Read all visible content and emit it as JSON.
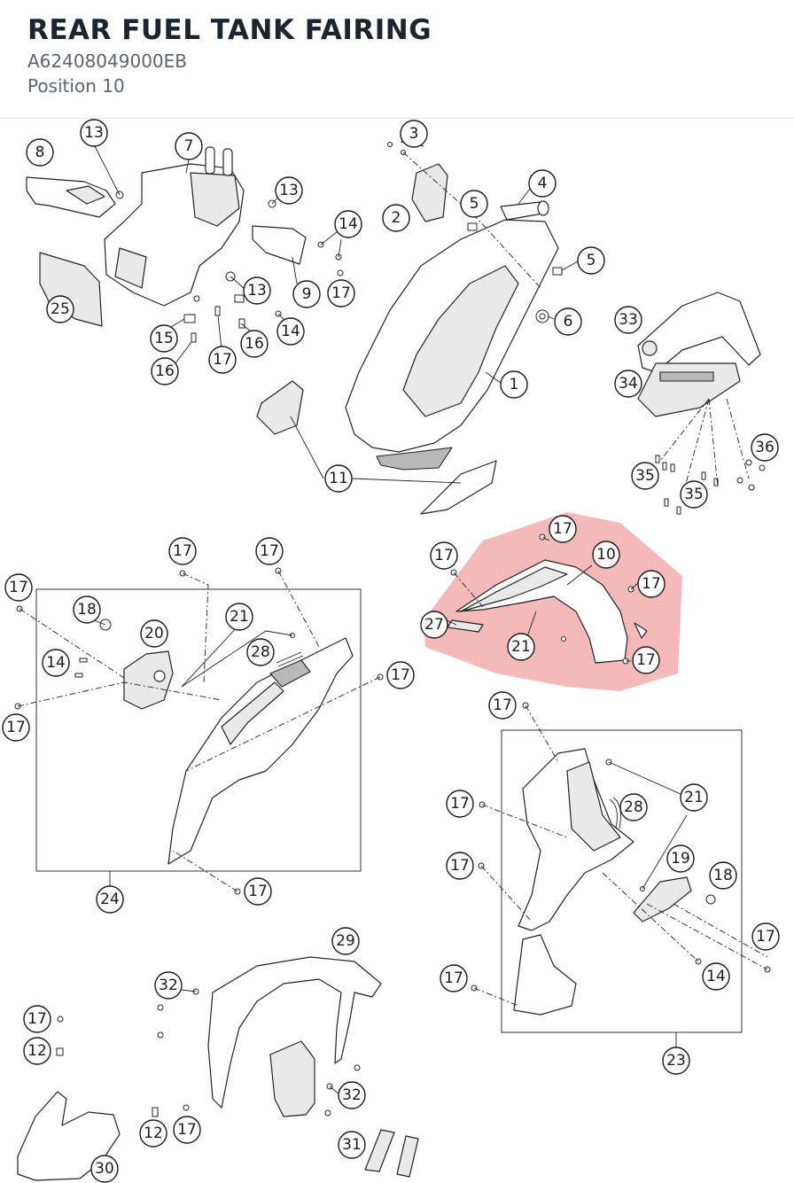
{
  "header": {
    "title": "REAR FUEL TANK FAIRING",
    "part_number": "A62408049000EB",
    "position": "Position 10"
  },
  "highlight_color": "#ee8080",
  "callouts": [
    {
      "id": "c13a",
      "label": "13"
    },
    {
      "id": "c8",
      "label": "8"
    },
    {
      "id": "c7",
      "label": "7"
    },
    {
      "id": "c13b",
      "label": "13"
    },
    {
      "id": "c14a",
      "label": "14"
    },
    {
      "id": "c9",
      "label": "9"
    },
    {
      "id": "c17a",
      "label": "17"
    },
    {
      "id": "c25",
      "label": "25"
    },
    {
      "id": "c13c",
      "label": "13"
    },
    {
      "id": "c15",
      "label": "15"
    },
    {
      "id": "c16a",
      "label": "16"
    },
    {
      "id": "c17b",
      "label": "17"
    },
    {
      "id": "c16b",
      "label": "16"
    },
    {
      "id": "c14b",
      "label": "14"
    },
    {
      "id": "c3",
      "label": "3"
    },
    {
      "id": "c2",
      "label": "2"
    },
    {
      "id": "c5a",
      "label": "5"
    },
    {
      "id": "c4",
      "label": "4"
    },
    {
      "id": "c5b",
      "label": "5"
    },
    {
      "id": "c6",
      "label": "6"
    },
    {
      "id": "c1",
      "label": "1"
    },
    {
      "id": "c33",
      "label": "33"
    },
    {
      "id": "c34",
      "label": "34"
    },
    {
      "id": "c36",
      "label": "36"
    },
    {
      "id": "c35a",
      "label": "35"
    },
    {
      "id": "c35b",
      "label": "35"
    },
    {
      "id": "c11",
      "label": "11"
    },
    {
      "id": "c17c",
      "label": "17"
    },
    {
      "id": "c10",
      "label": "10"
    },
    {
      "id": "c17d",
      "label": "17"
    },
    {
      "id": "c17e",
      "label": "17"
    },
    {
      "id": "c27",
      "label": "27"
    },
    {
      "id": "c21a",
      "label": "21"
    },
    {
      "id": "c17f",
      "label": "17"
    },
    {
      "id": "c17g",
      "label": "17"
    },
    {
      "id": "c17h",
      "label": "17"
    },
    {
      "id": "c17i",
      "label": "17"
    },
    {
      "id": "c18a",
      "label": "18"
    },
    {
      "id": "c20",
      "label": "20"
    },
    {
      "id": "c21b",
      "label": "21"
    },
    {
      "id": "c28a",
      "label": "28"
    },
    {
      "id": "c14c",
      "label": "14"
    },
    {
      "id": "c17j",
      "label": "17"
    },
    {
      "id": "c17k",
      "label": "17"
    },
    {
      "id": "c17l",
      "label": "17"
    },
    {
      "id": "c24",
      "label": "24"
    },
    {
      "id": "c17m",
      "label": "17"
    },
    {
      "id": "c21c",
      "label": "21"
    },
    {
      "id": "c17n",
      "label": "17"
    },
    {
      "id": "c28b",
      "label": "28"
    },
    {
      "id": "c17o",
      "label": "17"
    },
    {
      "id": "c19",
      "label": "19"
    },
    {
      "id": "c18b",
      "label": "18"
    },
    {
      "id": "c17p",
      "label": "17"
    },
    {
      "id": "c14d",
      "label": "14"
    },
    {
      "id": "c17q",
      "label": "17"
    },
    {
      "id": "c23",
      "label": "23"
    },
    {
      "id": "c29",
      "label": "29"
    },
    {
      "id": "c32a",
      "label": "32"
    },
    {
      "id": "c17r",
      "label": "17"
    },
    {
      "id": "c12a",
      "label": "12"
    },
    {
      "id": "c32b",
      "label": "32"
    },
    {
      "id": "c12b",
      "label": "12"
    },
    {
      "id": "c17s",
      "label": "17"
    },
    {
      "id": "c31",
      "label": "31"
    },
    {
      "id": "c30",
      "label": "30"
    }
  ]
}
